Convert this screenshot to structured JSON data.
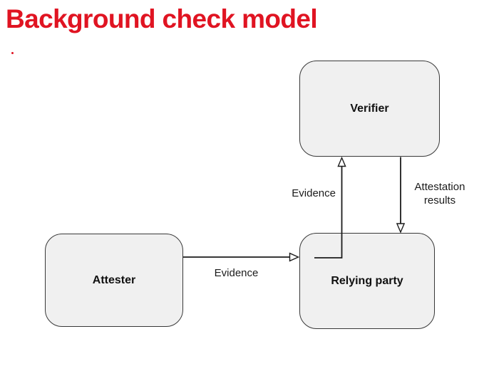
{
  "title": "Background check model",
  "stray_mark": ".",
  "colors": {
    "title_red": "#e01422",
    "box_fill": "#f0f0f0",
    "box_border": "#383838",
    "line_color": "#1c1c1c",
    "label_color": "#1b1b1b",
    "canvas_bg": "#ffffff"
  },
  "nodes": {
    "verifier": {
      "label": "Verifier"
    },
    "attester": {
      "label": "Attester"
    },
    "relying_party": {
      "label": "Relying party"
    }
  },
  "edges": {
    "attester_to_relying_party": {
      "label": "Evidence",
      "style": "solid, hollow right arrowhead"
    },
    "relying_party_to_verifier": {
      "label": "Evidence",
      "style": "elbow, hollow up arrowhead"
    },
    "verifier_to_relying_party": {
      "label": "Attestation results",
      "style": "solid, hollow down arrowhead"
    }
  }
}
